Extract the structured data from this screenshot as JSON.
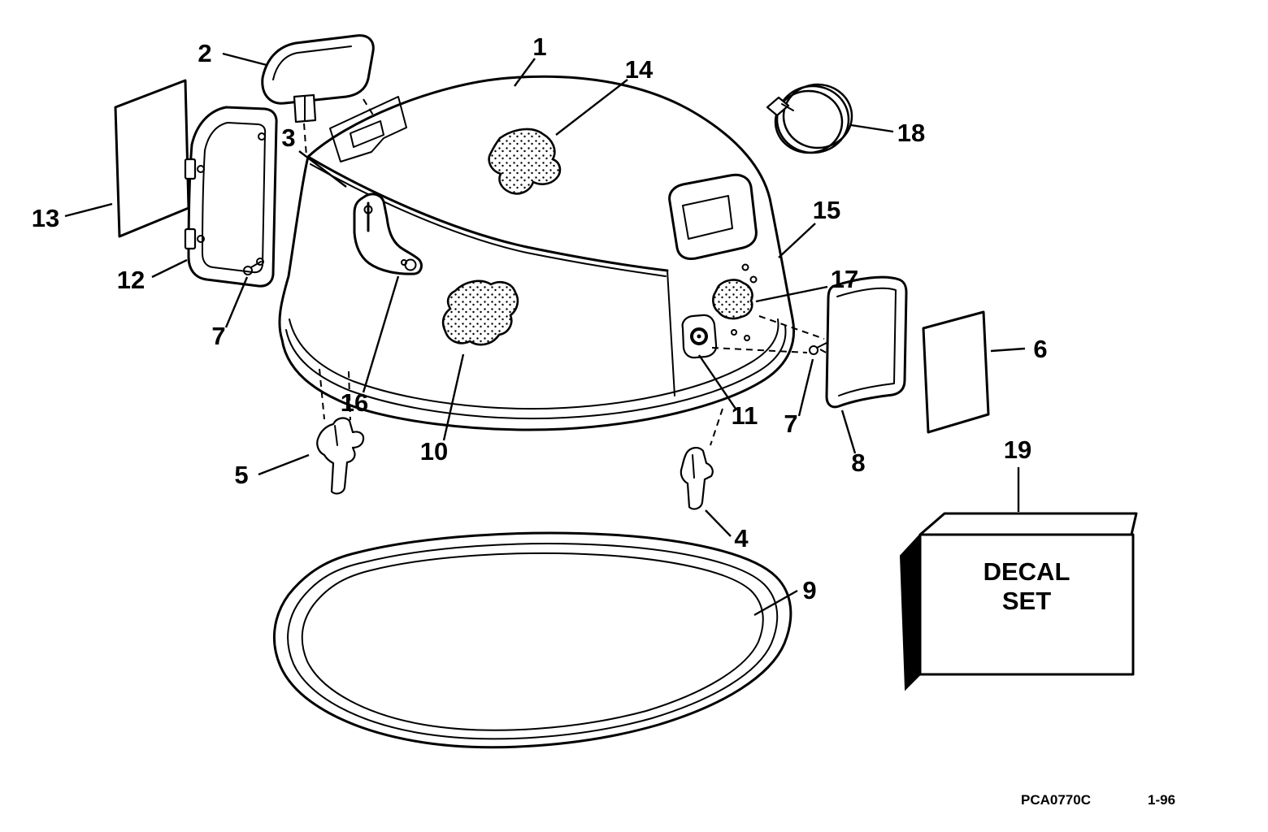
{
  "colors": {
    "ink": "#000000",
    "paper": "#ffffff"
  },
  "callouts": {
    "c1": "1",
    "c2": "2",
    "c3": "3",
    "c4": "4",
    "c5": "5",
    "c6": "6",
    "c7a": "7",
    "c7b": "7",
    "c8": "8",
    "c9": "9",
    "c10": "10",
    "c11": "11",
    "c12": "12",
    "c13": "13",
    "c14": "14",
    "c15": "15",
    "c16": "16",
    "c17": "17",
    "c18": "18",
    "c19": "19"
  },
  "decal_box": {
    "line1": "DECAL",
    "line2": "SET"
  },
  "footer": {
    "code": "PCA0770C",
    "revision": "1-96"
  }
}
